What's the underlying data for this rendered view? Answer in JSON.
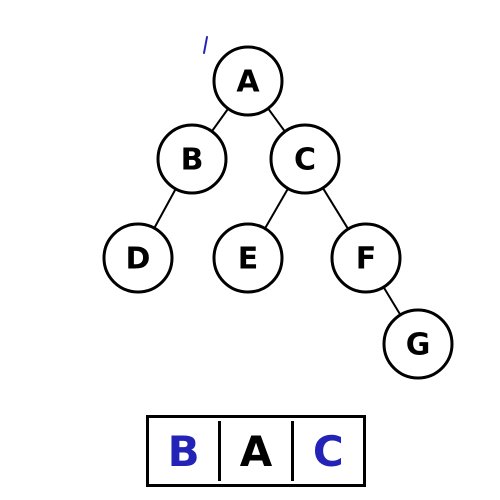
{
  "tree": {
    "nodes": [
      {
        "id": "A",
        "label": "A"
      },
      {
        "id": "B",
        "label": "B"
      },
      {
        "id": "C",
        "label": "C"
      },
      {
        "id": "D",
        "label": "D"
      },
      {
        "id": "E",
        "label": "E"
      },
      {
        "id": "F",
        "label": "F"
      },
      {
        "id": "G",
        "label": "G"
      }
    ],
    "edges": [
      [
        "A",
        "B"
      ],
      [
        "A",
        "C"
      ],
      [
        "B",
        "D"
      ],
      [
        "C",
        "E"
      ],
      [
        "C",
        "F"
      ],
      [
        "F",
        "G"
      ]
    ]
  },
  "traversal_output": {
    "cells": [
      {
        "label": "B",
        "color": "#2323b8"
      },
      {
        "label": "A",
        "color": "#000000"
      },
      {
        "label": "C",
        "color": "#2323b8"
      }
    ]
  },
  "colors": {
    "highlight": "#2323b8",
    "ink": "#000000"
  }
}
